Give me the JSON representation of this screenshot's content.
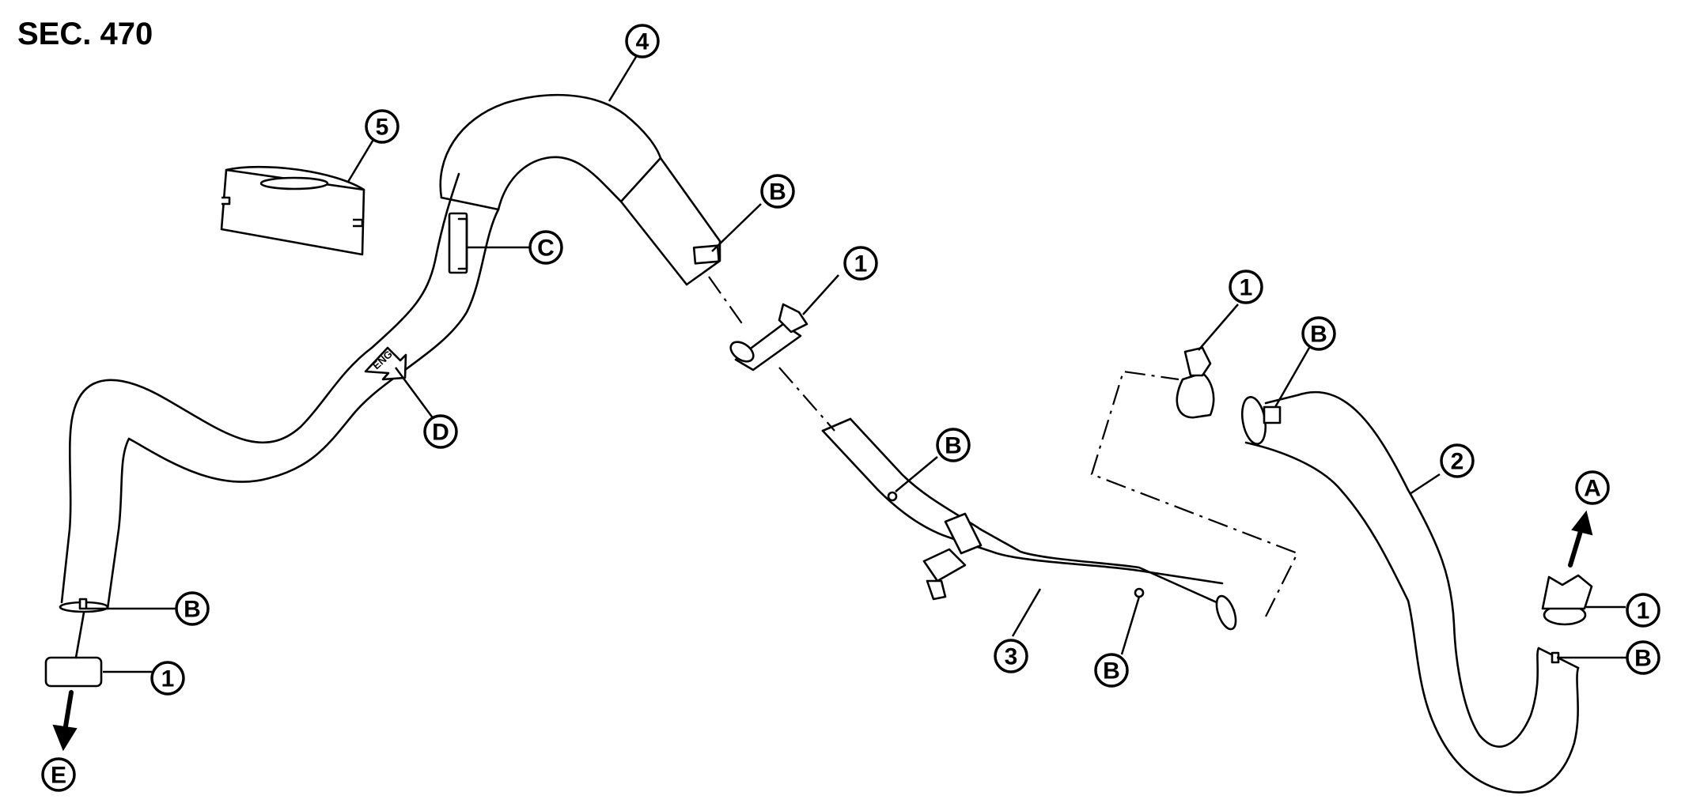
{
  "header": {
    "section": "SEC. 470"
  },
  "labels": {
    "part_1": "1",
    "part_2": "2",
    "part_3": "3",
    "part_4": "4",
    "part_5": "5",
    "A": "A",
    "B": "B",
    "C": "C",
    "D": "D",
    "E": "E",
    "eng_marker": "ENG"
  },
  "icons": {
    "direction_arrow": "arrow-icon",
    "eng_arrow": "eng-direction-icon"
  },
  "colors": {
    "line": "#000000",
    "background": "#ffffff"
  }
}
